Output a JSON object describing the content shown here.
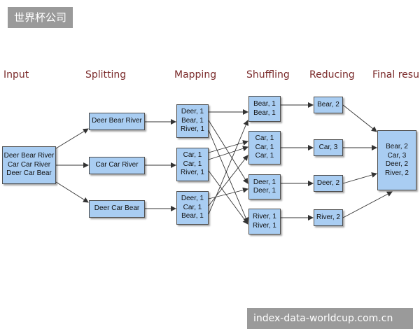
{
  "watermarks": {
    "top": "世界杯公司",
    "bottom": "index-data-worldcup.com.cn"
  },
  "stages": {
    "input": "Input",
    "splitting": "Splitting",
    "mapping": "Mapping",
    "shuffling": "Shuffling",
    "reducing": "Reducing",
    "final": "Final result"
  },
  "input": [
    "Deer Bear River",
    "Car Car River",
    "Deer Car Bear"
  ],
  "splits": [
    [
      "Deer Bear River"
    ],
    [
      "Car Car River"
    ],
    [
      "Deer Car Bear"
    ]
  ],
  "maps": [
    [
      "Deer, 1",
      "Bear, 1",
      "River, 1"
    ],
    [
      "Car, 1",
      "Car, 1",
      "River, 1"
    ],
    [
      "Deer, 1",
      "Car, 1",
      "Bear, 1"
    ]
  ],
  "shuffles": [
    [
      "Bear, 1",
      "Bear, 1"
    ],
    [
      "Car, 1",
      "Car, 1",
      "Car, 1"
    ],
    [
      "Deer, 1",
      "Deer, 1"
    ],
    [
      "River, 1",
      "River, 1"
    ]
  ],
  "reduces": [
    [
      "Bear, 2"
    ],
    [
      "Car, 3"
    ],
    [
      "Deer, 2"
    ],
    [
      "River, 2"
    ]
  ],
  "final": [
    "Bear, 2",
    "Car, 3",
    "Deer, 2",
    "River, 2"
  ],
  "colors": {
    "box_fill": "#a9cdf2",
    "box_border": "#4d4d4d",
    "arrow": "#333333",
    "stage_label": "#7a2a2a",
    "watermark_bg": "#9a9a9a"
  }
}
